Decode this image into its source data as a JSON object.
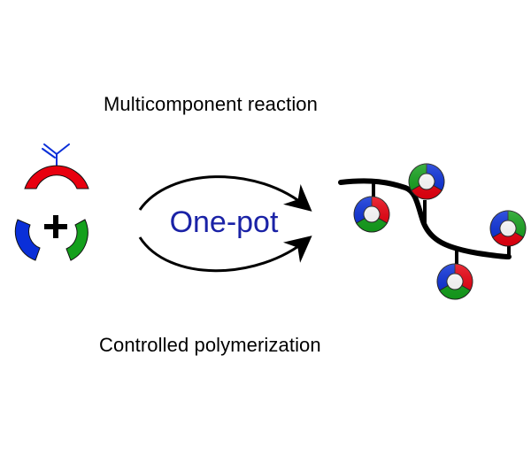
{
  "labels": {
    "top": "Multicomponent reaction",
    "center": "One-pot",
    "bottom": "Controlled polymerization"
  },
  "colors": {
    "red": "#e8000f",
    "blue": "#0a2fd8",
    "green": "#14a01c",
    "text_blue": "#1a22a6",
    "black": "#000000",
    "white": "#ffffff"
  }
}
